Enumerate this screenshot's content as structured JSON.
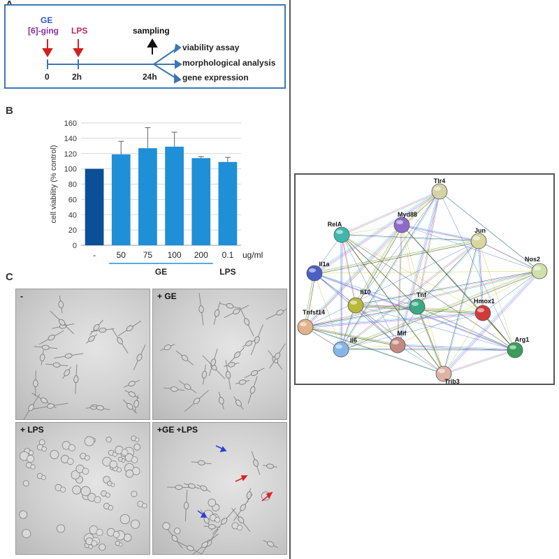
{
  "panels": {
    "a": "A",
    "b": "B",
    "c": "C"
  },
  "timeline": {
    "ge_label": "GE",
    "ging_label": "[6]-ging",
    "lps_label": "LPS",
    "sampling_label": "sampling",
    "times": [
      "0",
      "2h",
      "24h"
    ],
    "outputs": [
      "viability assay",
      "morphological analysis",
      "gene expression"
    ],
    "colors": {
      "ge": "#2f56c8",
      "ging": "#8a2f9e",
      "lps": "#c0265a",
      "arrow_red": "#d22020",
      "line": "#3c76b5"
    }
  },
  "chart_data": {
    "type": "bar",
    "categories": [
      "-",
      "50",
      "75",
      "100",
      "200",
      "0.1"
    ],
    "values": [
      100,
      119,
      127,
      129,
      114,
      109
    ],
    "errors": [
      0,
      17,
      27,
      19,
      2,
      6
    ],
    "ylabel": "cell viability (% control)",
    "ylim": [
      0,
      160
    ],
    "yticks": [
      0,
      20,
      40,
      60,
      80,
      100,
      120,
      140,
      160
    ],
    "unit_label": "ug/ml",
    "group_labels": [
      "GE",
      "LPS"
    ],
    "grid": true,
    "colors": {
      "control": "#0b4f96",
      "treatment": "#1f8fd8"
    }
  },
  "micrographs": [
    {
      "label": "-"
    },
    {
      "label": "+ GE"
    },
    {
      "label": "+ LPS"
    },
    {
      "label": "+GE +LPS"
    }
  ],
  "network": {
    "nodes": [
      {
        "label": "Tlr4",
        "color": "#d6d1a6"
      },
      {
        "label": "RelA",
        "color": "#3fb7ad"
      },
      {
        "label": "Myd88",
        "color": "#8f6bc9"
      },
      {
        "label": "Jun",
        "color": "#d9d6a0"
      },
      {
        "label": "Nos2",
        "color": "#cfe0a8"
      },
      {
        "label": "Il1a",
        "color": "#4b5fc4"
      },
      {
        "label": "Il10",
        "color": "#b8b83a"
      },
      {
        "label": "Tnf",
        "color": "#3aa884"
      },
      {
        "label": "Hmox1",
        "color": "#d13a3a"
      },
      {
        "label": "Tnfsf14",
        "color": "#e3b28a"
      },
      {
        "label": "Il6",
        "color": "#86b6e8"
      },
      {
        "label": "Mif",
        "color": "#c48a80"
      },
      {
        "label": "Arg1",
        "color": "#3a9e5a"
      },
      {
        "label": "Trib3",
        "color": "#deb2a6"
      }
    ]
  }
}
